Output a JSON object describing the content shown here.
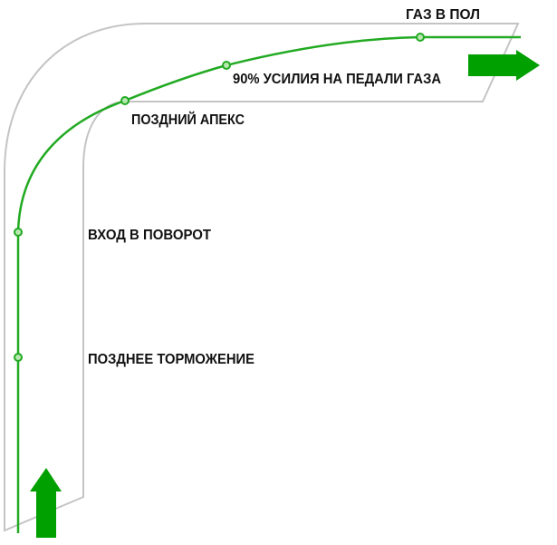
{
  "labels": {
    "full_throttle": "ГАЗ В ПОЛ",
    "throttle_90": "90% УСИЛИЯ НА ПЕДАЛИ ГАЗА",
    "late_apex": "ПОЗДНИЙ АПЕКС",
    "turn_in": "ВХОД В ПОВОРОТ",
    "late_braking": "ПОЗДНЕЕ ТОРМОЖЕНИЕ"
  },
  "colors": {
    "racing_line": "#22aa22",
    "arrow": "#00a000",
    "track_edge": "#c4c4c4",
    "marker_fill": "#b8e8b0"
  }
}
